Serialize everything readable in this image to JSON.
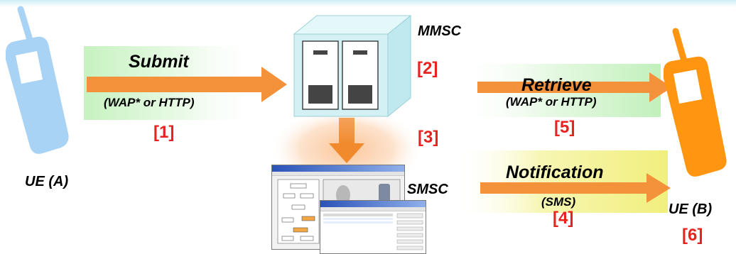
{
  "flows": {
    "submit": {
      "title": "Submit",
      "protocol": "(WAP* or HTTP)",
      "step": "[1]"
    },
    "retrieve": {
      "title": "Retrieve",
      "protocol": "(WAP* or HTTP)",
      "step": "[5]"
    },
    "notification": {
      "title": "Notification",
      "protocol": "(SMS)",
      "step": "[4]"
    },
    "mmsc_to_smsc": {
      "step": "[3]"
    }
  },
  "nodes": {
    "ue_a": {
      "label": "UE (A)",
      "color": "#a9d3f5"
    },
    "ue_b": {
      "label": "UE (B)",
      "step": "[6]",
      "color": "#ff9510"
    },
    "mmsc": {
      "label": "MMSC",
      "step": "[2]",
      "color": "#d3f1f4"
    },
    "smsc": {
      "label": "SMSC"
    }
  },
  "colors": {
    "arrow": "#f3923a",
    "band_green": "#c9f2c3",
    "band_yellow": "#f4f28a",
    "step_red": "#e8231f"
  }
}
